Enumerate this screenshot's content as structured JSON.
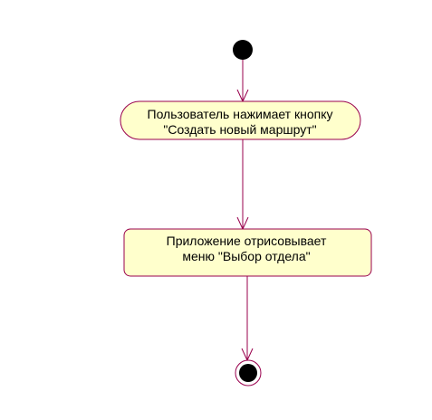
{
  "diagram": {
    "type": "uml-activity",
    "nodes": [
      {
        "id": "start",
        "kind": "initial"
      },
      {
        "id": "a1",
        "kind": "action",
        "lines": [
          "Пользователь нажимает кнопку",
          "\"Создать новый маршрут\""
        ]
      },
      {
        "id": "a2",
        "kind": "state",
        "lines": [
          "Приложение отрисовывает",
          "меню \"Выбор отдела\""
        ]
      },
      {
        "id": "end",
        "kind": "final"
      }
    ],
    "edges": [
      {
        "from": "start",
        "to": "a1"
      },
      {
        "from": "a1",
        "to": "a2"
      },
      {
        "from": "a2",
        "to": "end"
      }
    ]
  },
  "colors": {
    "node_fill": "#ffffcc",
    "node_stroke": "#99004d",
    "edge": "#99004d",
    "marker": "#000000"
  }
}
